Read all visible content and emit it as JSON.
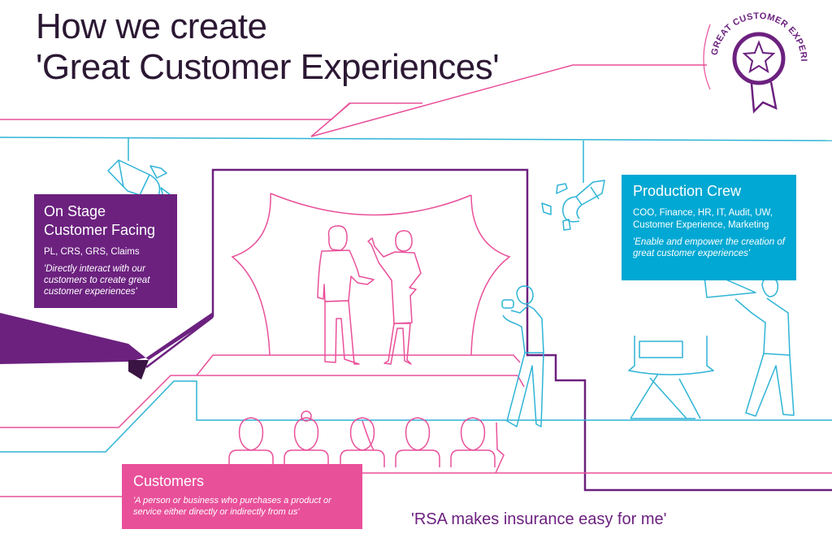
{
  "header": {
    "title_line1": "How we create",
    "title_line2": "'Great Customer Experiences'"
  },
  "badge": {
    "label": "GREAT CUSTOMER EXPERIENCE",
    "icon": "star-rosette-icon"
  },
  "cards": {
    "on_stage": {
      "heading_line1": "On Stage",
      "heading_line2": "Customer Facing",
      "members": "PL, CRS, GRS, Claims",
      "quote": "'Directly interact with our customers to create great customer experiences'"
    },
    "production_crew": {
      "heading": "Production Crew",
      "members": "COO, Finance, HR, IT, Audit, UW, Customer Experience, Marketing",
      "quote": "'Enable and empower the creation of great customer experiences'"
    },
    "customers": {
      "heading": "Customers",
      "quote": "'A person or business who purchases a product or service either directly or indirectly from us'"
    }
  },
  "tagline": "'RSA makes insurance easy for me'",
  "illustration": {
    "elements": [
      "stage",
      "curtain",
      "actor-man",
      "actor-woman",
      "audience",
      "spotlight",
      "camera-operator",
      "director-chair",
      "director-megaphone"
    ],
    "audience_count": 5
  },
  "colors": {
    "purple": "#6c217f",
    "cyan": "#00a8d3",
    "pink": "#e9509a",
    "title": "#2b1833"
  }
}
